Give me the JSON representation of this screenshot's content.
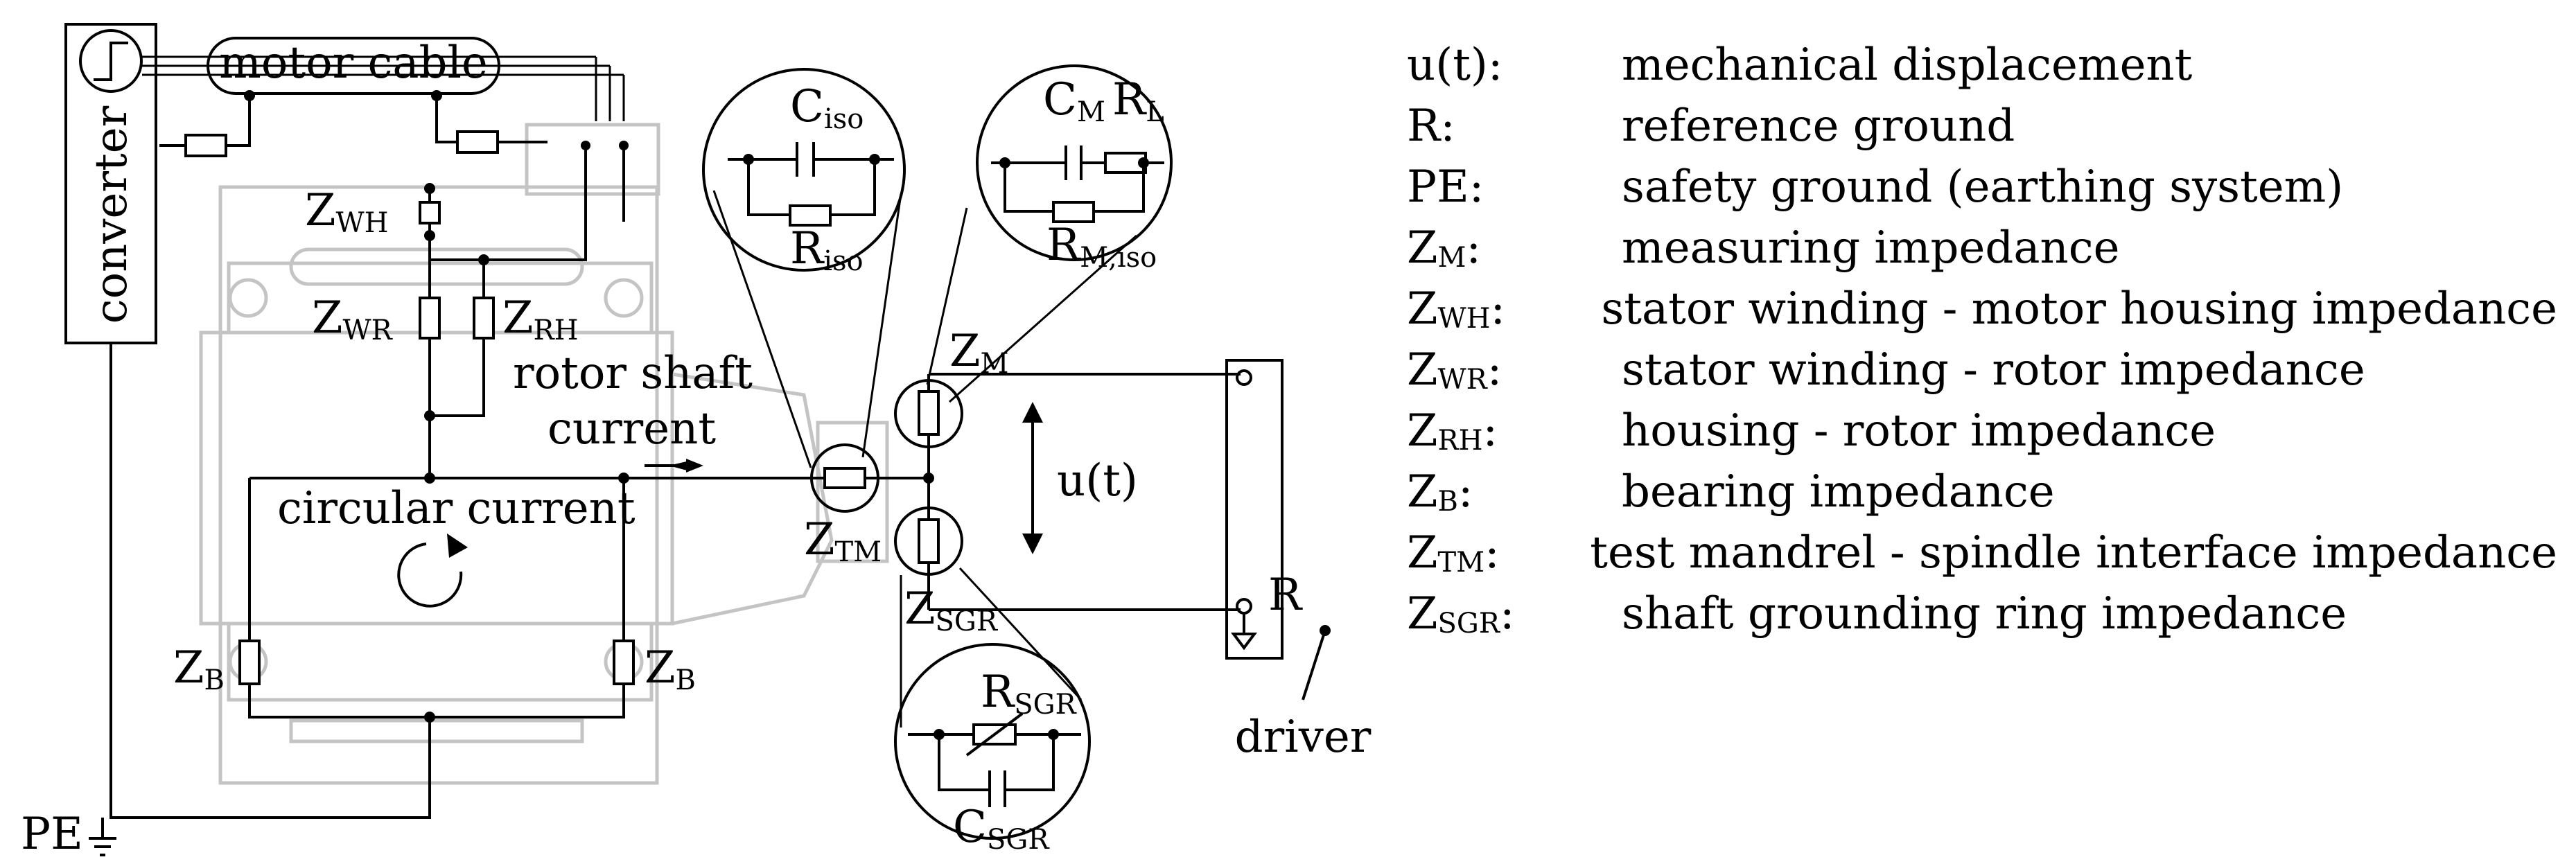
{
  "diagram": {
    "labels": {
      "converter": "converter",
      "motor_cable": "motor cable",
      "pe": "PE",
      "rotor_shaft_current_line1": "rotor shaft",
      "rotor_shaft_current_line2": "current",
      "circular_current": "circular current",
      "ut": "u(t)",
      "r": "R",
      "driver": "driver"
    },
    "impedances": {
      "zwh": {
        "main": "Z",
        "sub": "WH"
      },
      "zwr": {
        "main": "Z",
        "sub": "WR"
      },
      "zrh": {
        "main": "Z",
        "sub": "RH"
      },
      "zb_left": {
        "main": "Z",
        "sub": "B"
      },
      "zb_right": {
        "main": "Z",
        "sub": "B"
      },
      "ztm": {
        "main": "Z",
        "sub": "TM"
      },
      "zm": {
        "main": "Z",
        "sub": "M"
      },
      "zsgr": {
        "main": "Z",
        "sub": "SGR"
      }
    },
    "details": {
      "ciso": {
        "main": "C",
        "sub": "iso"
      },
      "riso": {
        "main": "R",
        "sub": "iso"
      },
      "cm": {
        "main": "C",
        "sub": "M"
      },
      "rl": {
        "main": "R",
        "sub": "L"
      },
      "rmiso": {
        "main": "R",
        "sub": "M,iso"
      },
      "rsgr": {
        "main": "R",
        "sub": "SGR"
      },
      "csgr": {
        "main": "C",
        "sub": "SGR"
      }
    }
  },
  "legend": [
    {
      "symbol": "u(t)",
      "sub": "",
      "suffix": ":",
      "description": "mechanical displacement"
    },
    {
      "symbol": "R",
      "sub": "",
      "suffix": ":",
      "description": "reference ground"
    },
    {
      "symbol": "PE",
      "sub": "",
      "suffix": ":",
      "description": "safety ground (earthing system)"
    },
    {
      "symbol": "Z",
      "sub": "M",
      "suffix": ":",
      "description": "measuring impedance"
    },
    {
      "symbol": "Z",
      "sub": "WH",
      "suffix": ":",
      "description": "stator winding - motor housing impedance"
    },
    {
      "symbol": "Z",
      "sub": "WR",
      "suffix": ":",
      "description": "stator winding - rotor impedance"
    },
    {
      "symbol": "Z",
      "sub": "RH",
      "suffix": ":",
      "description": "housing - rotor impedance"
    },
    {
      "symbol": "Z",
      "sub": "B",
      "suffix": ":",
      "description": "bearing impedance"
    },
    {
      "symbol": "Z",
      "sub": "TM",
      "suffix": ":",
      "description": "test mandrel - spindle interface impedance"
    },
    {
      "symbol": "Z",
      "sub": "SGR",
      "suffix": ":",
      "description": "shaft grounding ring impedance"
    }
  ]
}
